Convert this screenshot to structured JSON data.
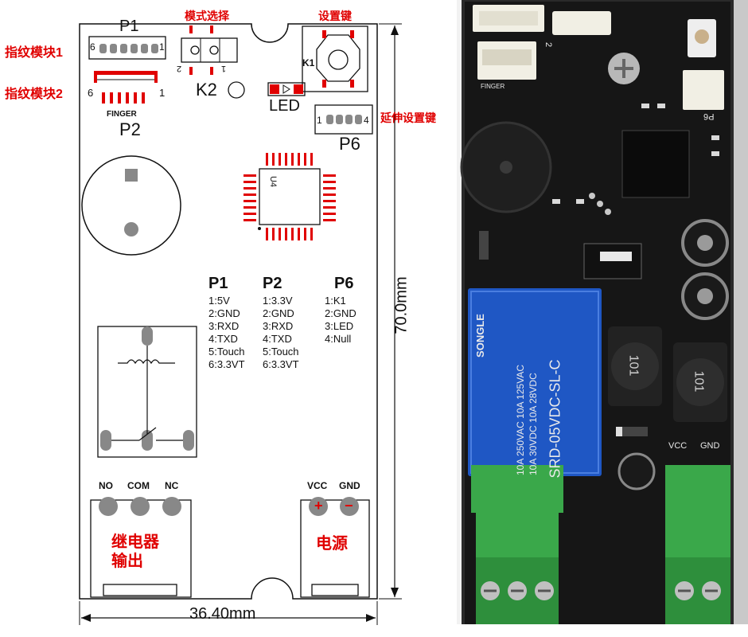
{
  "diagram": {
    "side_labels": {
      "fingerprint_module_1": "指纹模块1",
      "fingerprint_module_2": "指纹模块2",
      "extension_setting_key": "延伸设置键"
    },
    "top_labels": {
      "mode_select": "模式选择",
      "setting_key": "设置键"
    },
    "board": {
      "p1": {
        "name": "P1",
        "pin_left": "6",
        "pin_right": "1"
      },
      "p2": {
        "name": "P2",
        "pin_left": "6",
        "pin_right": "1",
        "silk": "FINGER"
      },
      "k2": {
        "name": "K2",
        "pin_left": "2",
        "pin_right": "1"
      },
      "k1": {
        "name": "K1"
      },
      "led": {
        "name": "LED"
      },
      "p6": {
        "name": "P6",
        "pin_left": "1",
        "pin_right": "4"
      },
      "u4": {
        "name": "U4"
      },
      "relay_terminal": {
        "pins": [
          "NO",
          "COM",
          "NC"
        ],
        "label_line1": "继电器",
        "label_line2": "输出"
      },
      "power_terminal": {
        "pins": [
          "VCC",
          "GND"
        ],
        "plus": "+",
        "minus": "−",
        "label": "电源"
      }
    },
    "pin_tables": [
      {
        "header": "P1",
        "rows": [
          "1:5V",
          "2:GND",
          "3:RXD",
          "4:TXD",
          "5:Touch",
          "6:3.3VT"
        ]
      },
      {
        "header": "P2",
        "rows": [
          "1:3.3V",
          "2:GND",
          "3:RXD",
          "4:TXD",
          "5:Touch",
          "6:3.3VT"
        ]
      },
      {
        "header": "P6",
        "rows": [
          "1:K1",
          "2:GND",
          "3:LED",
          "4:Null"
        ]
      }
    ],
    "dimensions": {
      "height": "70.0mm",
      "width": "36.40mm"
    },
    "photo": {
      "silk_finger": "FINGER",
      "silk_p6": "P6",
      "silk_vcc": "VCC",
      "silk_gnd": "GND",
      "silk_2": "2",
      "relay_brand": "SONGLE",
      "relay_ratings": [
        "10A 250VAC 10A 125VAC",
        "10A 30VDC 10A 28VDC"
      ],
      "relay_model": "SRD-05VDC-SL-C",
      "inductor_code": "101"
    },
    "colors": {
      "silk_red": "#e00000",
      "pcb": "#161616",
      "relay_blue": "#1f57c4",
      "terminal_green": "#3aa84a"
    }
  }
}
